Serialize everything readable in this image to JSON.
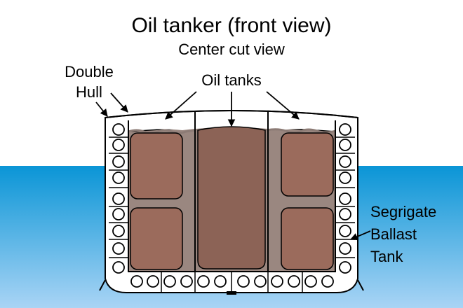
{
  "title": "Oil tanker (front view)",
  "subtitle": "Center cut view",
  "labels": {
    "double_hull_line1": "Double",
    "double_hull_line2": "Hull",
    "oil_tanks": "Oil tanks",
    "ballast_line1": "Segrigate",
    "ballast_line2": "Ballast",
    "ballast_line3": "Tank"
  },
  "colors": {
    "sea_top": "#0a95d6",
    "sea_bottom": "#a9d4f5",
    "hull_interior": "#9a8780",
    "oil_tank": "#9b6b5c",
    "center_tank": "#8c6356",
    "oil_surface": "#8c7b75",
    "outline": "#000000",
    "hull_fill": "#ffffff"
  }
}
